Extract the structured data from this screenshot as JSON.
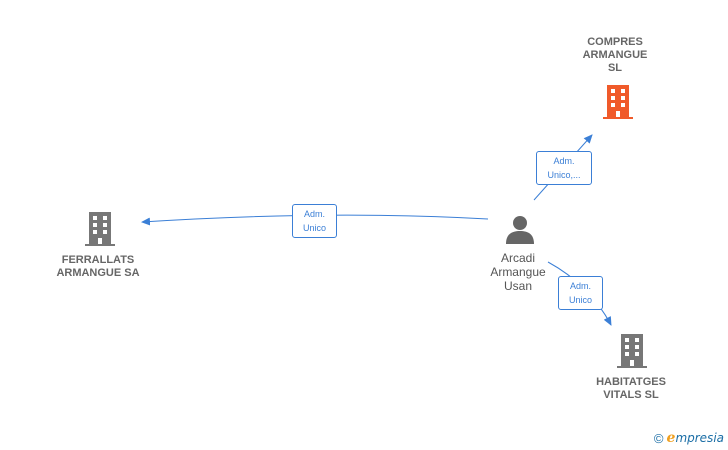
{
  "colors": {
    "edge": "#3b7fd6",
    "company_grey": "#777777",
    "company_highlight": "#f05a2a",
    "person": "#666666"
  },
  "nodes": {
    "compres": {
      "name": "COMPRES\nARMANGUE\nSL",
      "icon": "building-icon",
      "highlight": true
    },
    "ferrallats": {
      "name": "FERRALLATS\nARMANGUE SA",
      "icon": "building-icon"
    },
    "habitatges": {
      "name": "HABITATGES\nVITALS SL",
      "icon": "building-icon"
    },
    "person": {
      "name": "Arcadi\nArmangue\nUsan",
      "icon": "person-icon"
    }
  },
  "edges": {
    "to_compres": {
      "label": "Adm.\nUnico,..."
    },
    "to_ferrallats": {
      "label": "Adm.\nUnico"
    },
    "to_habitatges": {
      "label": "Adm.\nUnico"
    }
  },
  "footer": {
    "copyright": "©",
    "brand_initial": "e",
    "brand_rest": "mpresia"
  }
}
